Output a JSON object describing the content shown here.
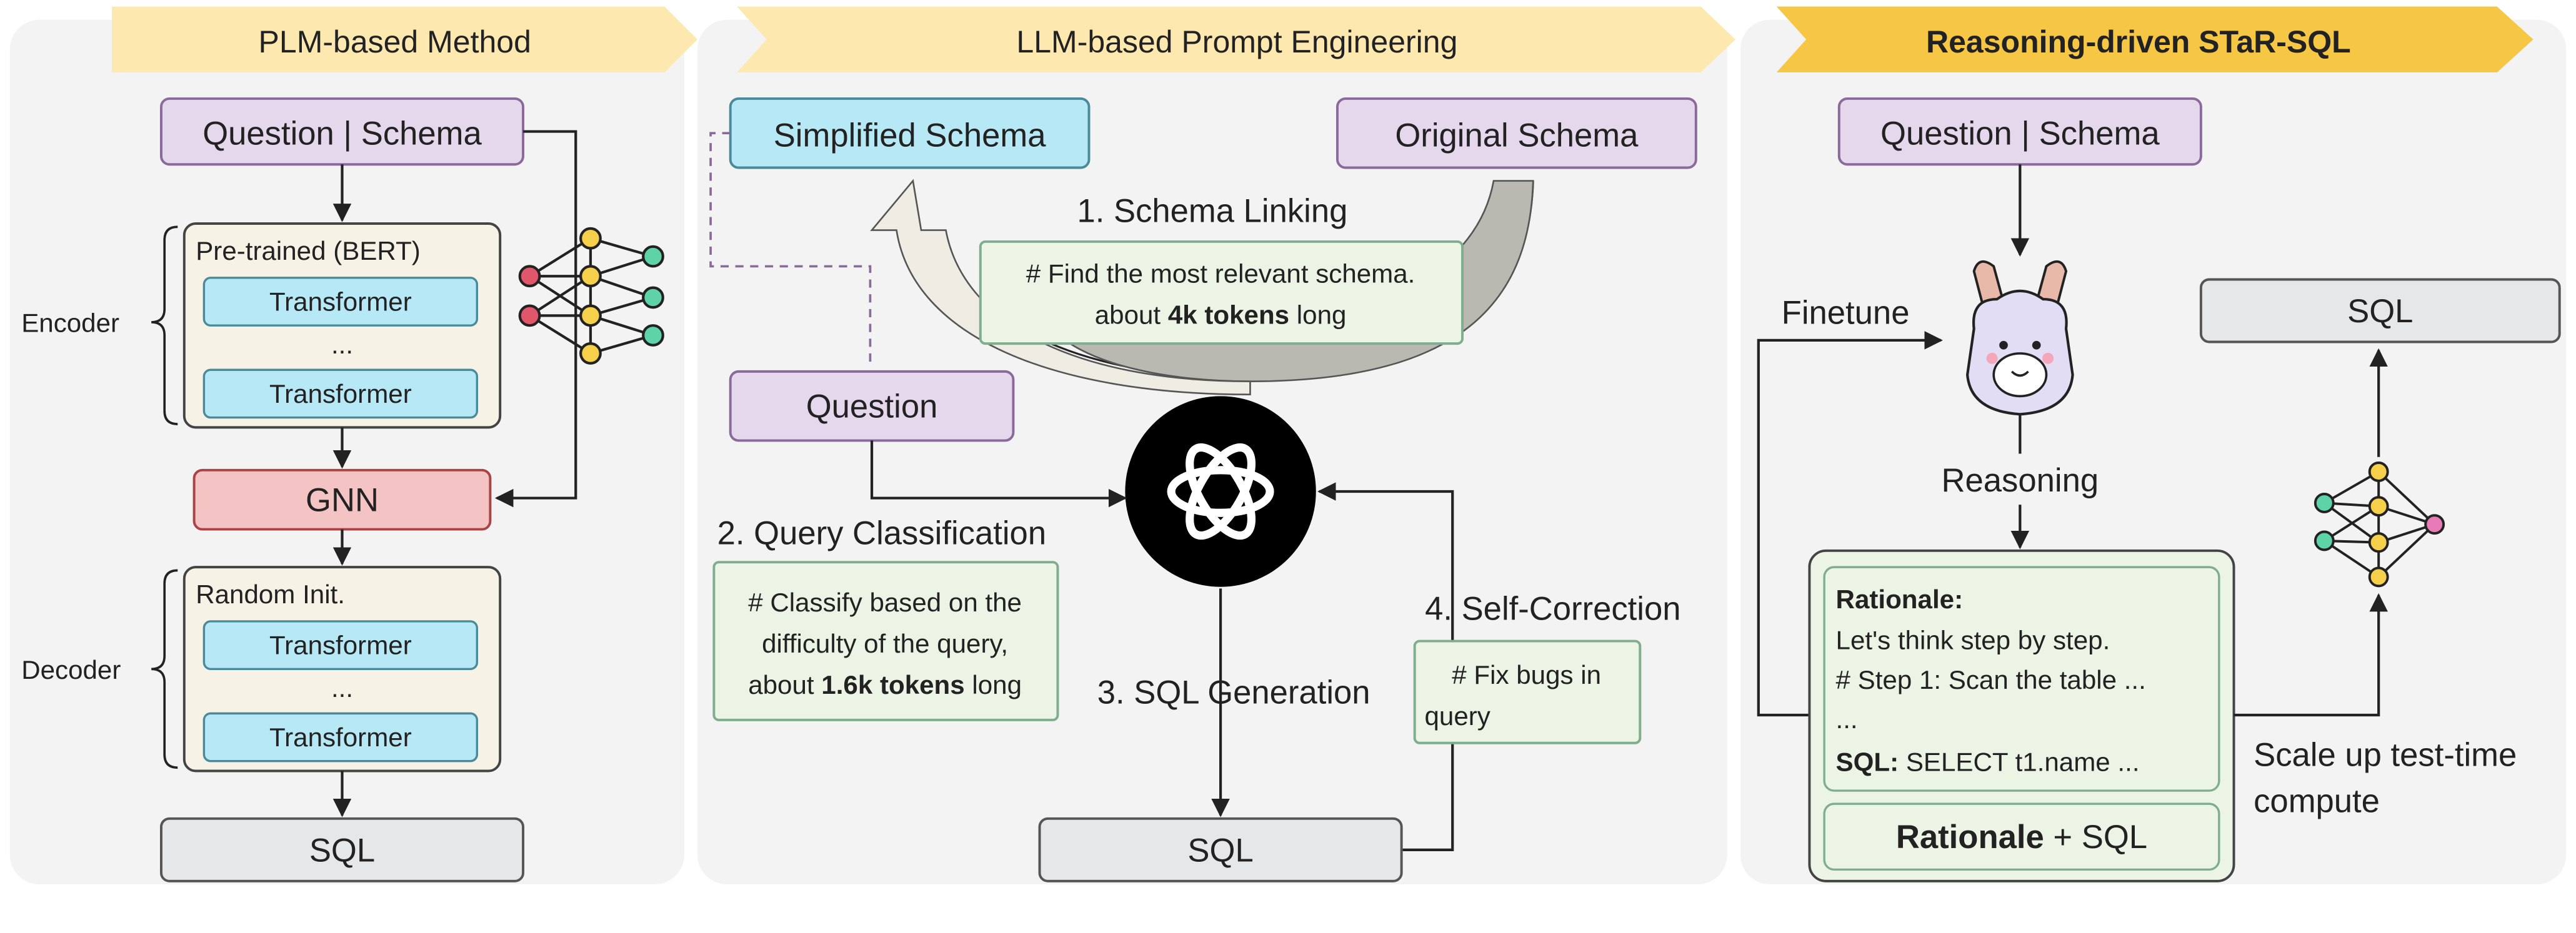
{
  "panels": {
    "plm": {
      "title": "PLM-based Method",
      "input": "Question | Schema",
      "encoder_label": "Encoder",
      "encoder_box": "Pre-trained (BERT)",
      "layer_top": "Transformer",
      "ellipsis": "...",
      "layer_bottom": "Transformer",
      "gnn": "GNN",
      "decoder_label": "Decoder",
      "decoder_box": "Random Init.",
      "output": "SQL"
    },
    "llm": {
      "title": "LLM-based Prompt Engineering",
      "simplified_schema": "Simplified Schema",
      "original_schema": "Original Schema",
      "step1": "1. Schema Linking",
      "note1_line1": "# Find the most relevant schema.",
      "note1_line2_pre": "about ",
      "note1_line2_bold": "4k tokens",
      "note1_line2_post": " long",
      "question": "Question",
      "step2": "2. Query Classification",
      "note2_line1": "# Classify based on the",
      "note2_line2": "difficulty of the query,",
      "note2_line3_pre": "about ",
      "note2_line3_bold": "1.6k tokens",
      "note2_line3_post": " long",
      "step3": "3. SQL Generation",
      "step4": "4. Self-Correction",
      "note4_line1": "# Fix bugs in",
      "note4_line2": "query",
      "output": "SQL"
    },
    "star": {
      "title": "Reasoning-driven STaR-SQL",
      "input": "Question | Schema",
      "finetune": "Finetune",
      "reasoning": "Reasoning",
      "output": "SQL",
      "rationale_label": "Rationale:",
      "rationale_line1": "Let's think step by step.",
      "rationale_line2": "# Step 1: Scan the table ...",
      "rationale_line3": "...",
      "sql_label": "SQL:",
      "sql_text": " SELECT t1.name ...",
      "combo_bold": "Rationale",
      "combo_rest": " + SQL",
      "scale_line1": "Scale up test-time",
      "scale_line2": "compute"
    }
  },
  "colors": {
    "panel_bg": "#f3f3f3",
    "purple": "#e5d8ec",
    "purple_border": "#8a6a9a",
    "cyan": "#b7e8f5",
    "beige": "#f6f2e6",
    "red": "#f4c4c4",
    "gray": "#e6e7e8",
    "green": "#ecf4e6",
    "green_border": "#7fae8e",
    "banner_light": "#fde9b0",
    "banner_strong": "#f6c645"
  }
}
